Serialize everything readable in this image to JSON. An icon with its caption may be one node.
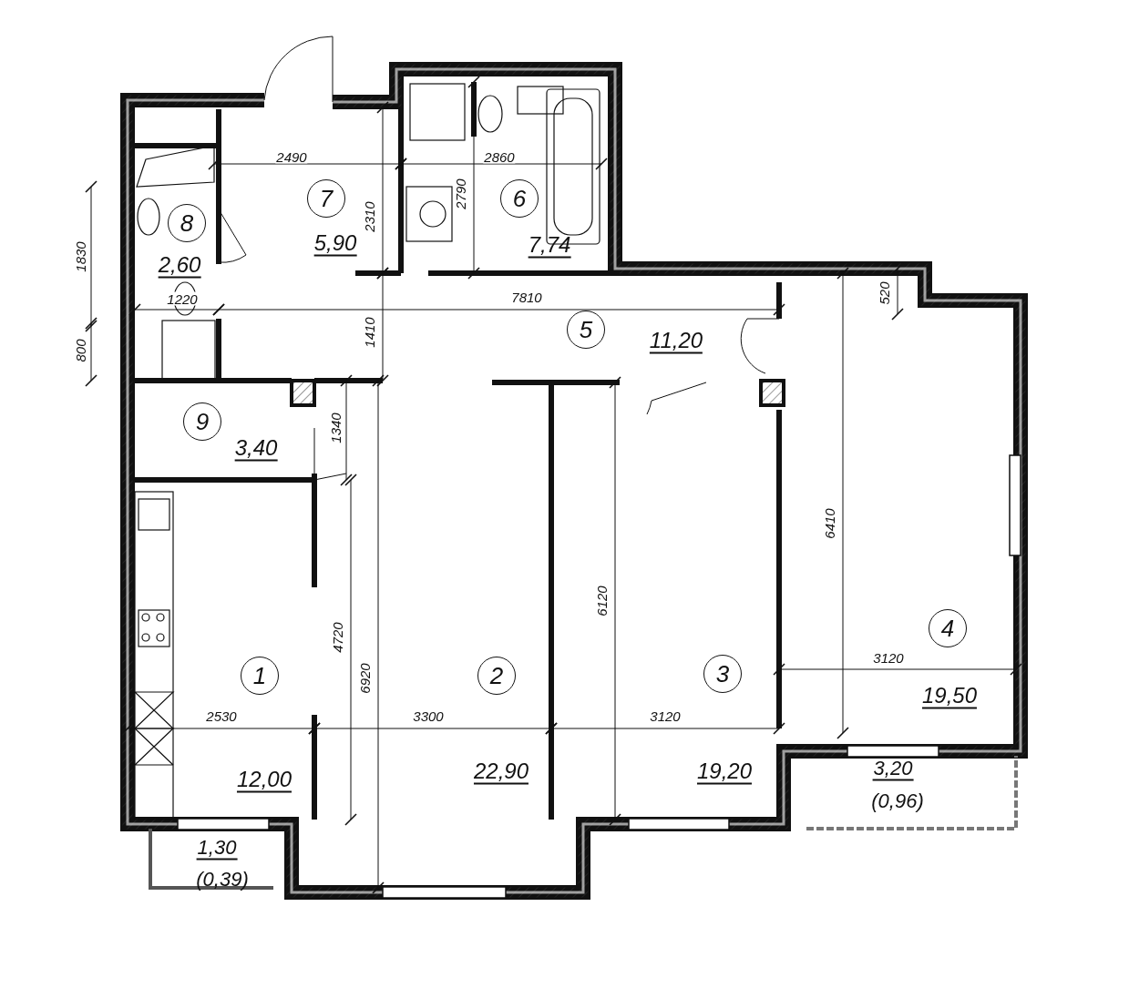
{
  "diagram": {
    "nodes": [
      {
        "text": [
          "8"
        ],
        "beside": [
          "2,60"
        ]
      },
      {
        "text": [
          "7"
        ],
        "beside": [
          "5,90"
        ]
      },
      {
        "text": [
          "6"
        ],
        "beside": [
          "7,74"
        ]
      },
      {
        "text": [
          "5"
        ],
        "beside": [
          "11,20"
        ]
      },
      {
        "text": [
          "9"
        ],
        "beside": [
          "3,40"
        ]
      },
      {
        "text": [
          "4"
        ],
        "beside": [
          "19,50"
        ]
      },
      {
        "text": [
          "1"
        ],
        "beside": [
          "12,00"
        ]
      },
      {
        "text": [
          "2"
        ],
        "beside": [
          "22,90"
        ]
      },
      {
        "text": [
          "3"
        ],
        "beside": [
          "19,20"
        ]
      }
    ],
    "labels": [
      "2490",
      "2860",
      "2790",
      "2310",
      "1830",
      "1220",
      "7810",
      "520",
      "1410",
      "800",
      "1340",
      "6410",
      "4720",
      "6920",
      "6120",
      "3120",
      "2530",
      "3300",
      "3120",
      "1,30",
      "(0,39)",
      "3,20",
      "(0,96)"
    ]
  }
}
